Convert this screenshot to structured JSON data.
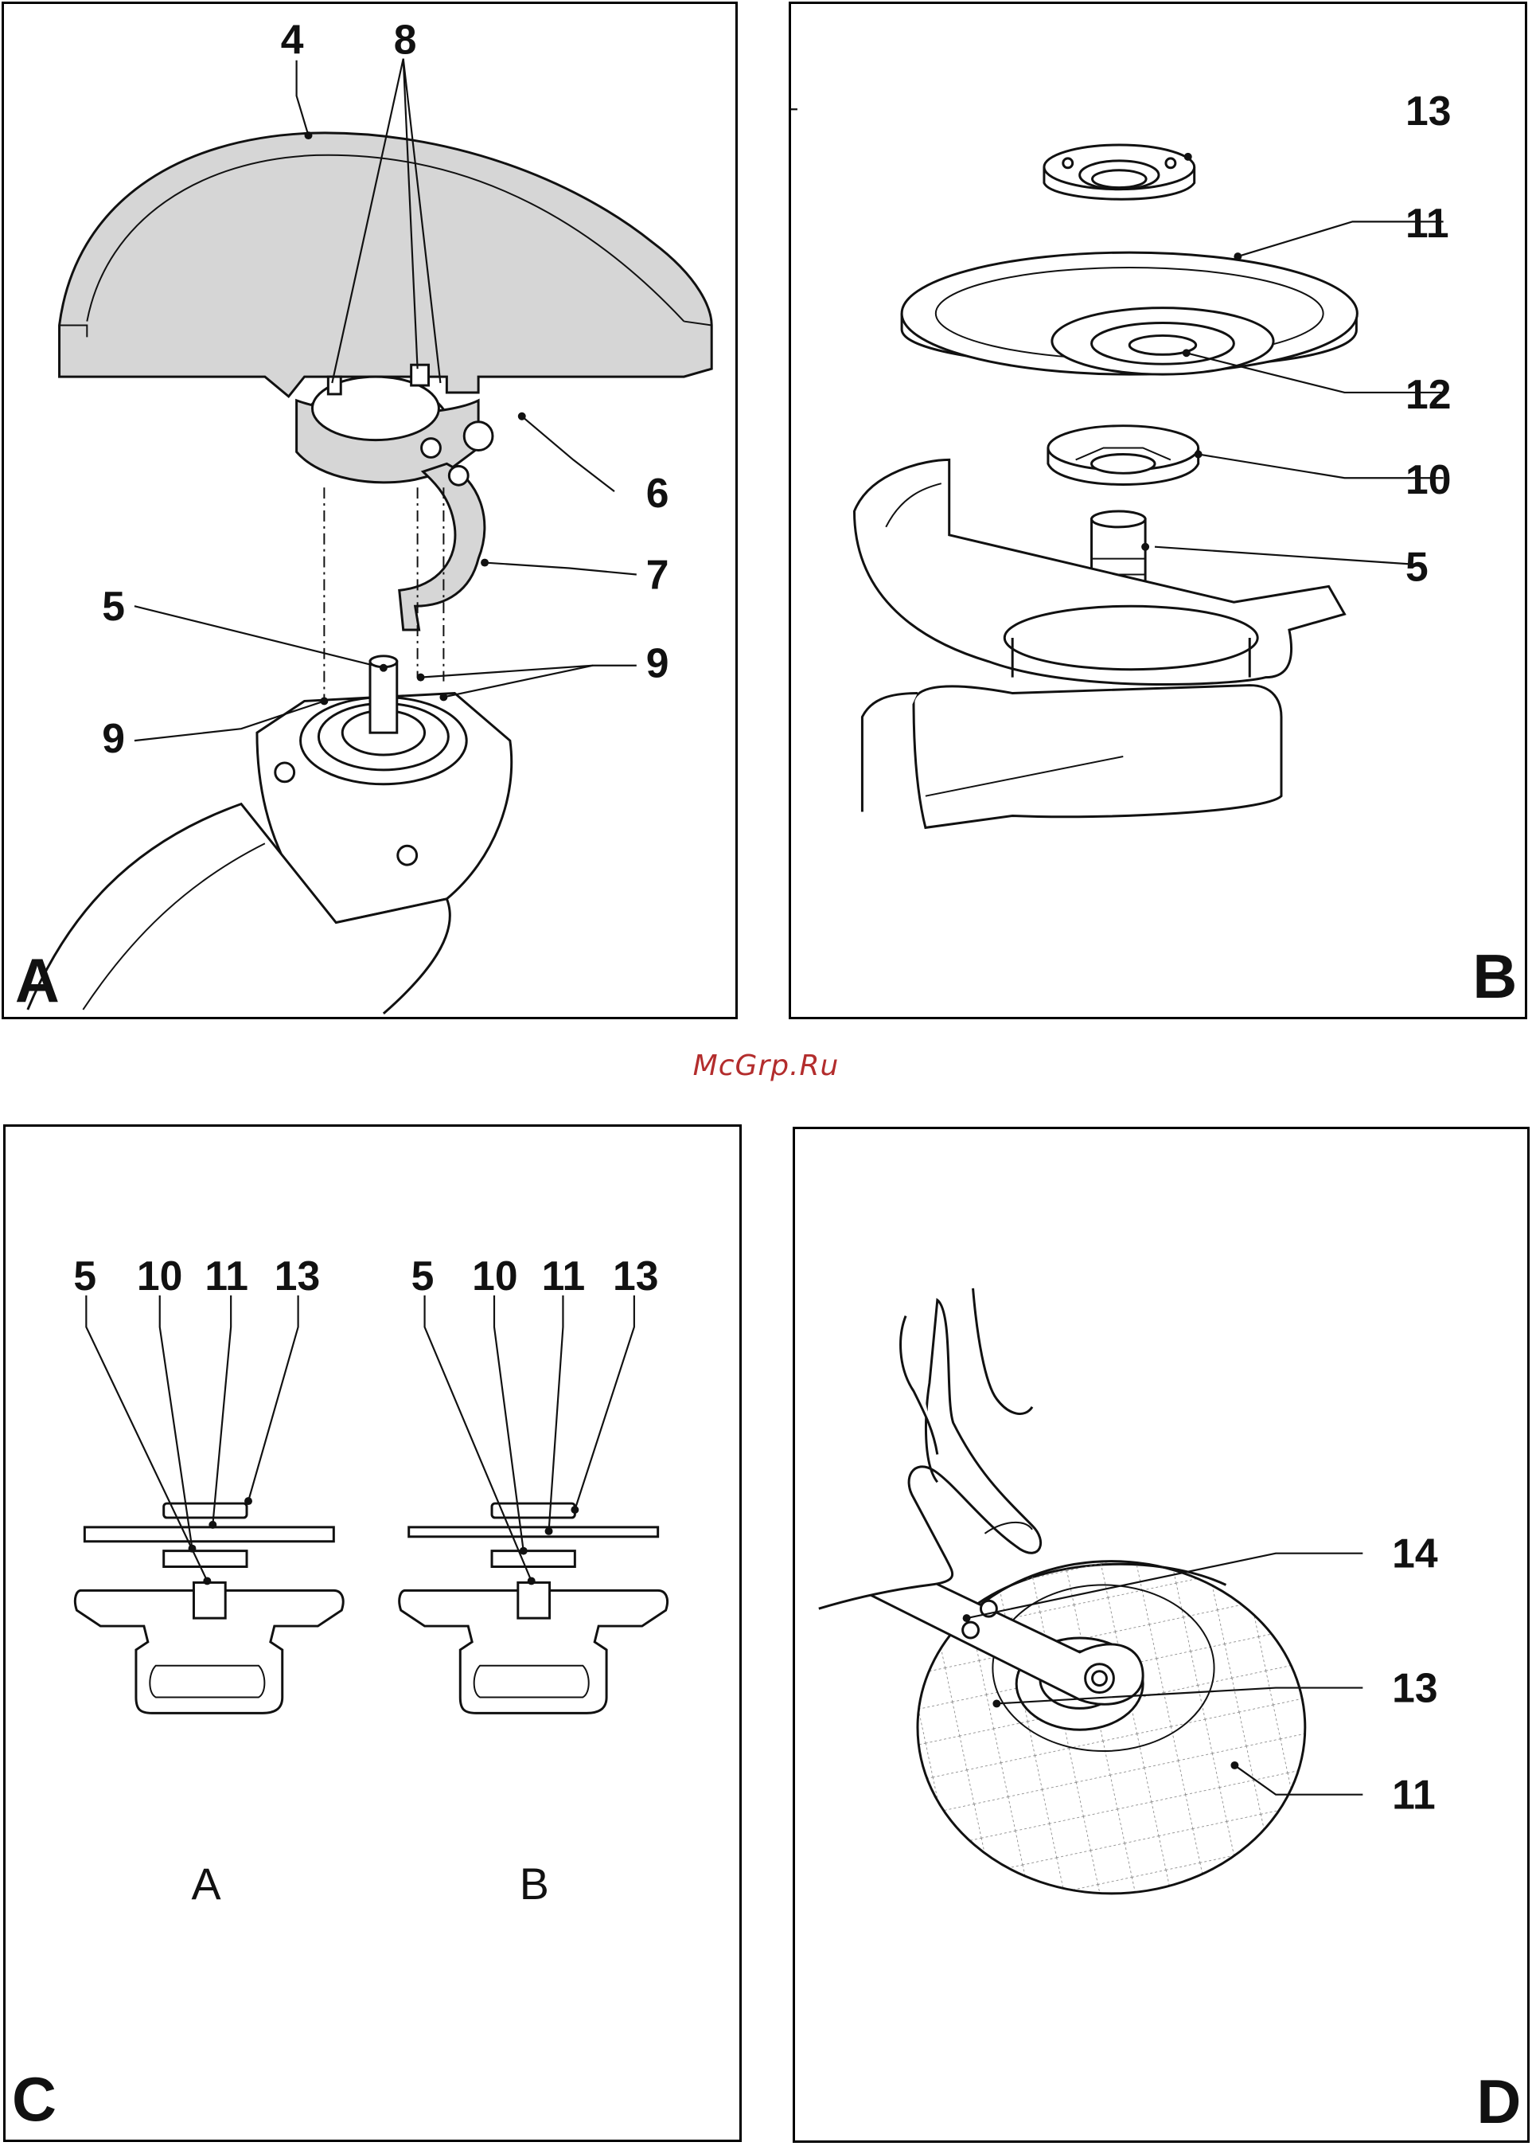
{
  "watermark": "McGrp.Ru",
  "panels": {
    "a": {
      "letter": "A",
      "callouts": {
        "c4": "4",
        "c8": "8",
        "c6": "6",
        "c7": "7",
        "c5": "5",
        "c9_right": "9",
        "c9_left": "9"
      }
    },
    "b": {
      "letter": "B",
      "callouts": {
        "c13": "13",
        "c11": "11",
        "c12": "12",
        "c10": "10",
        "c5": "5"
      }
    },
    "c": {
      "letter": "C",
      "left_labels": [
        "5",
        "10",
        "11",
        "13"
      ],
      "right_labels": [
        "5",
        "10",
        "11",
        "13"
      ],
      "sub_a": "A",
      "sub_b": "B"
    },
    "d": {
      "letter": "D",
      "callouts": {
        "c14": "14",
        "c13": "13",
        "c11": "11"
      }
    }
  }
}
